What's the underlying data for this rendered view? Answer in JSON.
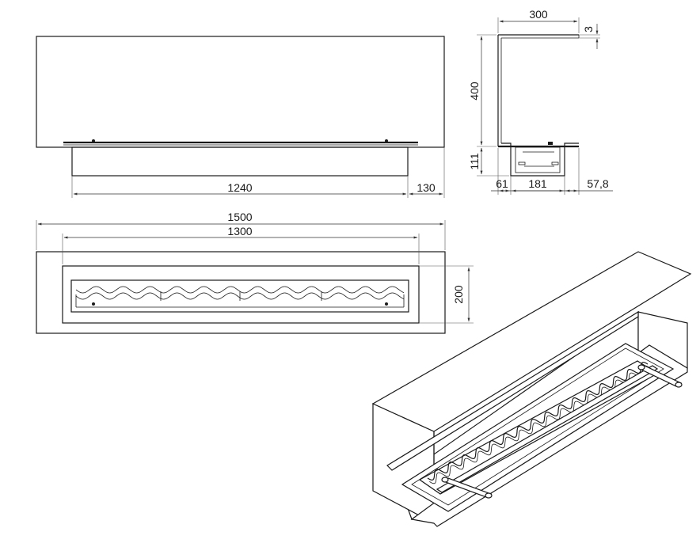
{
  "dimensions": {
    "front_width_inner": "1240",
    "front_side_offset": "130",
    "side_depth": "300",
    "side_top_thickness": "3",
    "side_height": "400",
    "side_burner_height": "111",
    "side_offset_left": "61",
    "side_burner_width": "181",
    "side_offset_right": "57,8",
    "top_total_width": "1500",
    "top_opening_width": "1300",
    "top_opening_depth": "200"
  },
  "colors": {
    "line": "#1a1a1a",
    "background": "#ffffff"
  }
}
